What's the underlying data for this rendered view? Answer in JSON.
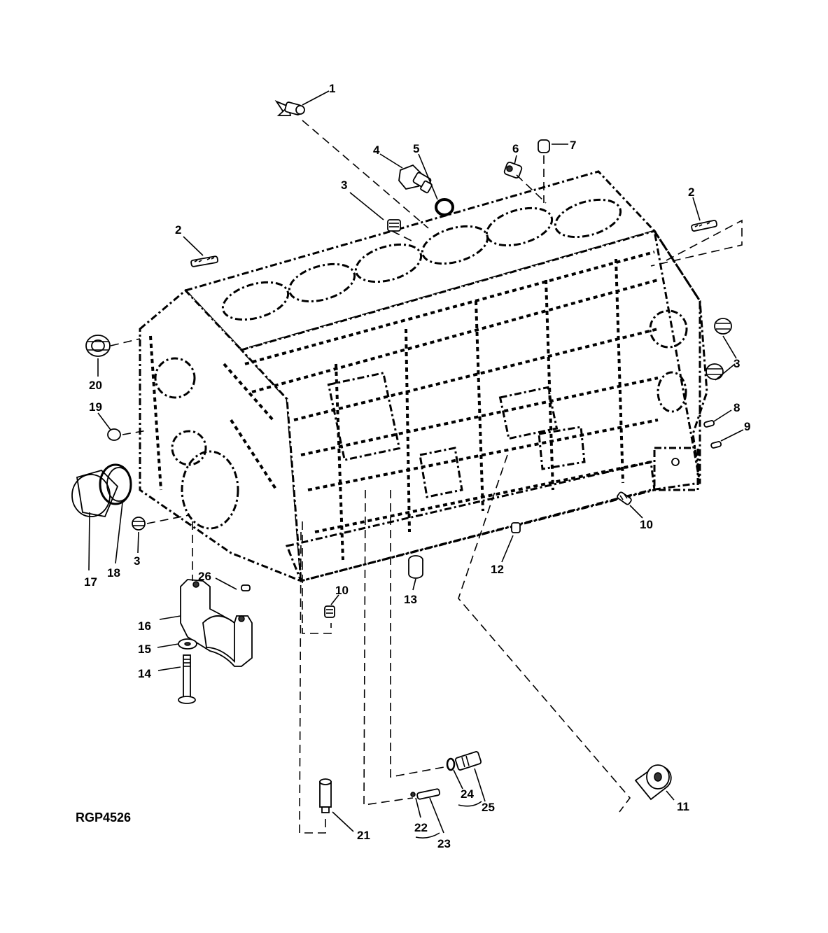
{
  "figure_ref": "RGP4526",
  "callouts": [
    "1",
    "2",
    "3",
    "4",
    "5",
    "6",
    "7",
    "2",
    "3",
    "20",
    "19",
    "3",
    "8",
    "9",
    "10",
    "17",
    "18",
    "3",
    "26",
    "16",
    "15",
    "14",
    "10",
    "13",
    "12",
    "11",
    "21",
    "22",
    "23",
    "24",
    "25"
  ]
}
